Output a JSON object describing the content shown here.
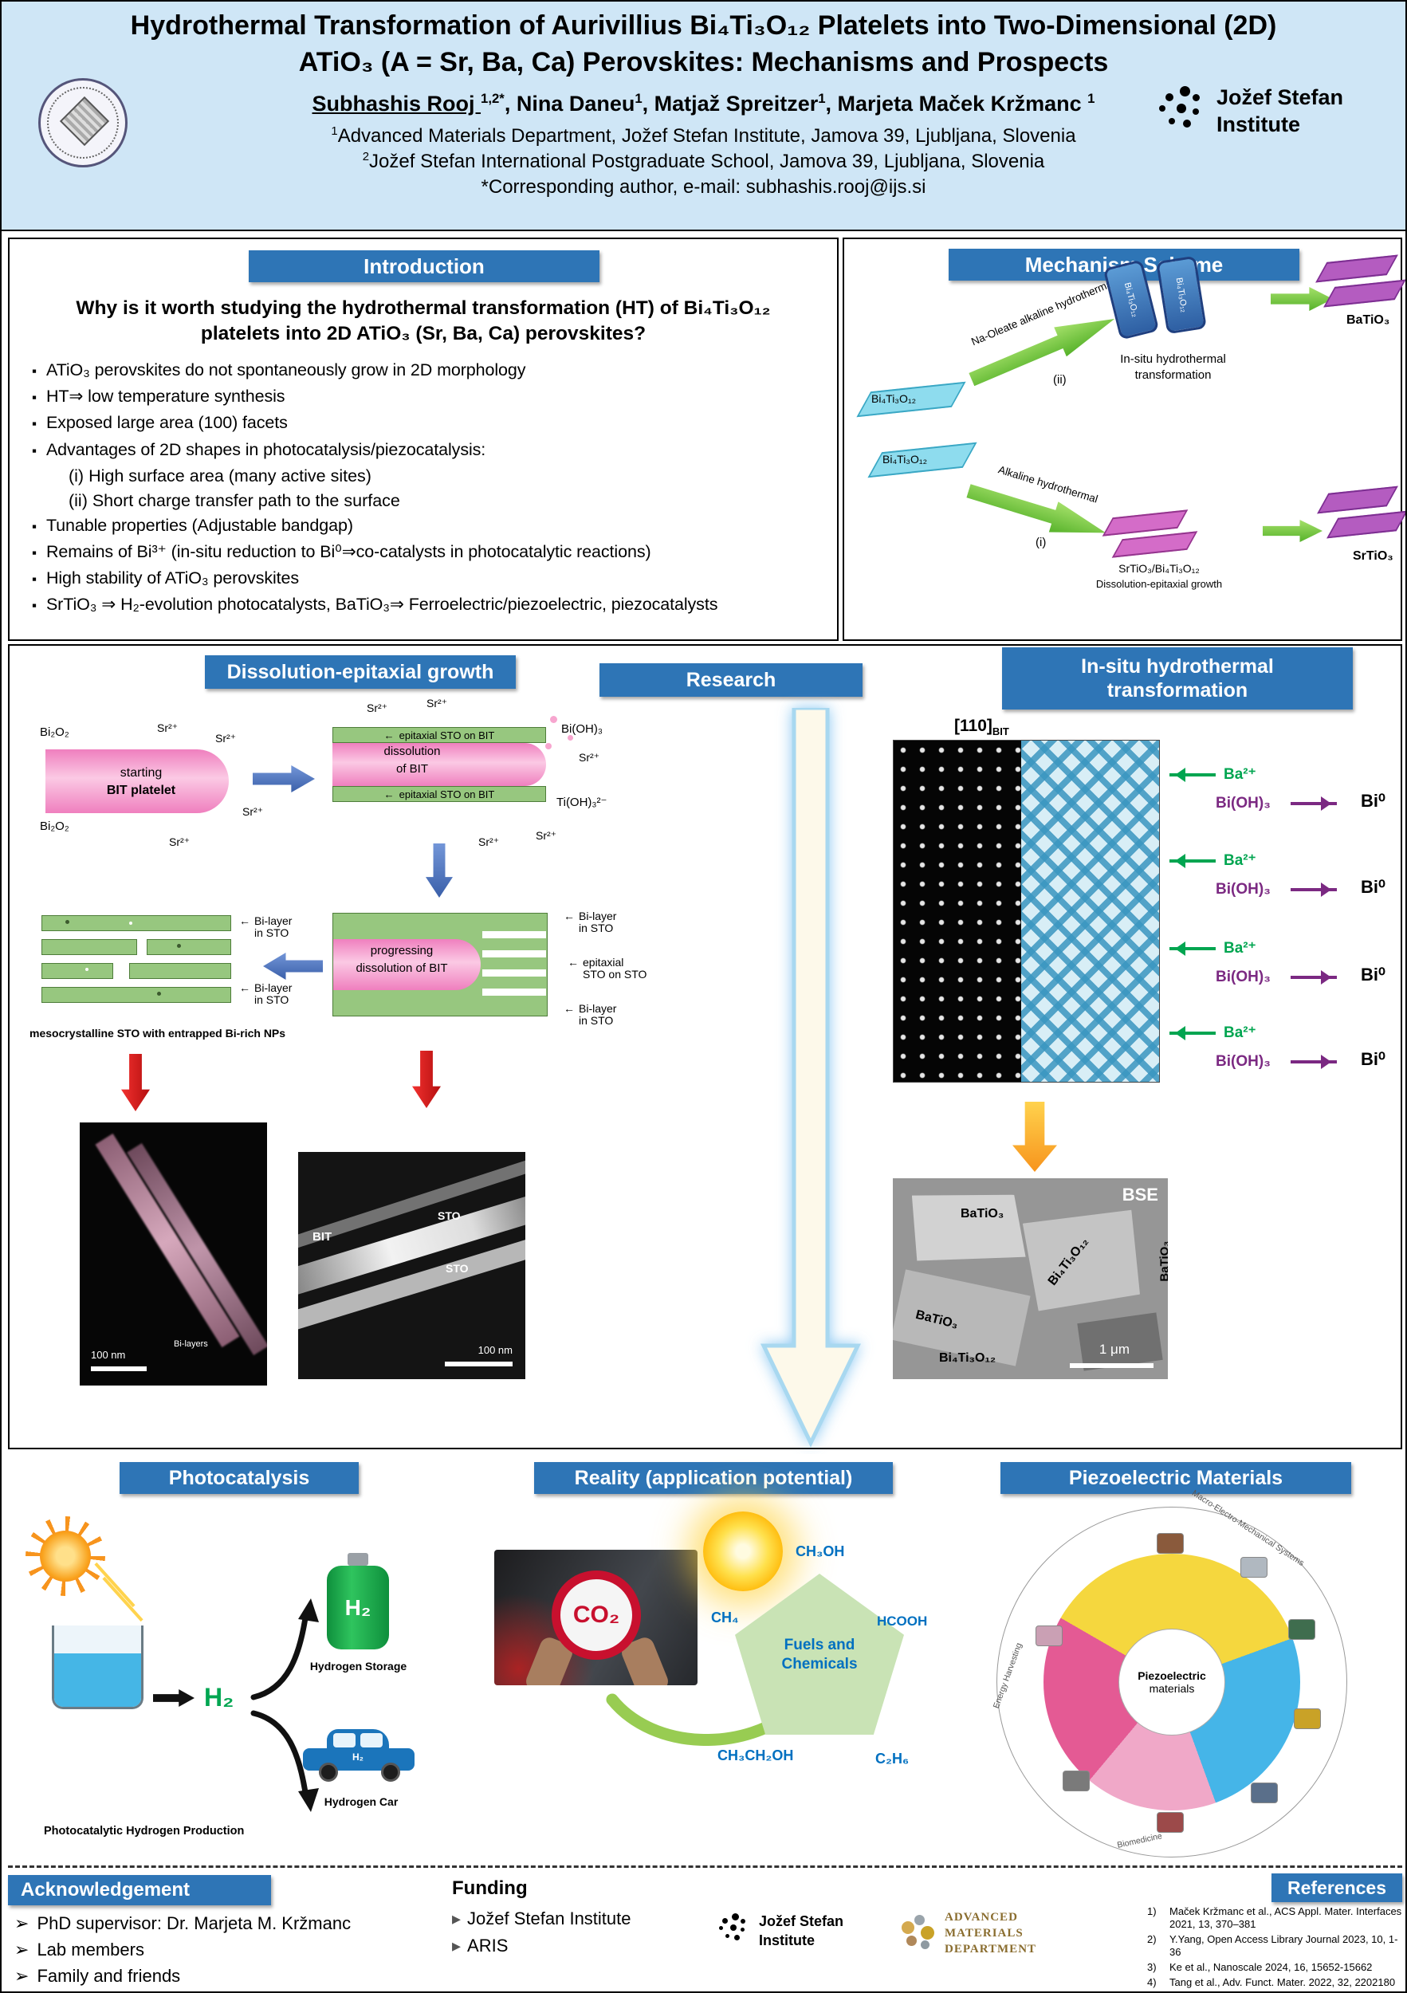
{
  "colors": {
    "header_bg": "#cfe6f6",
    "section_blue": "#2e75b6",
    "platelet_pink": "#ef7fbe",
    "sto_green": "#97c77f",
    "bit_cyan": "#8edcee",
    "product_purple": "#b45cc0",
    "h2_green": "#00a651",
    "chem_blue": "#0070c0",
    "ba_green": "#00a550",
    "bioh_purple": "#7b2982"
  },
  "icons": {
    "square_bullet": "▪",
    "arrow_bullet": "➢",
    "tri_bullet": "▸",
    "left_arrow": "←"
  },
  "header": {
    "title1": "Hydrothermal Transformation of Aurivillius Bi₄Ti₃O₁₂ Platelets into Two-Dimensional (2D)",
    "title2": "ATiO₃ (A = Sr, Ba, Ca) Perovskites: Mechanisms and Prospects",
    "authors": [
      {
        "name": "Subhashis Rooj ",
        "sup": "1,2*"
      },
      {
        "name": ", Nina Daneu",
        "sup": "1"
      },
      {
        "name": ", Matjaž Spreitzer",
        "sup": "1"
      },
      {
        "name": ", Marjeta Maček Kržmanc ",
        "sup": "1"
      }
    ],
    "affil1_sup": "1",
    "affil1_text": "Advanced Materials Department, Jožef Stefan Institute, Jamova 39, Ljubljana, Slovenia",
    "affil2_sup": "2",
    "affil2_text": "Jožef Stefan International Postgraduate School, Jamova 39, Ljubljana, Slovenia",
    "email": "*Corresponding author, e-mail: subhashis.rooj@ijs.si",
    "institute": {
      "line1": "Jožef Stefan",
      "line2": "Institute"
    }
  },
  "intro": {
    "title": "Introduction",
    "question1": "Why is it worth studying the hydrothermal transformation (HT) of Bi₄Ti₃O₁₂",
    "question2": "platelets into 2D ATiO₃ (Sr, Ba, Ca) perovskites?",
    "bullets": [
      "ATiO₃ perovskites do not spontaneously grow in 2D morphology",
      "HT⇒ low temperature synthesis",
      "Exposed large area (100) facets",
      "Advantages of 2D shapes in photocatalysis/piezocatalysis:",
      "Tunable properties (Adjustable bandgap)",
      "Remains of Bi³⁺ (in-situ reduction to Bi⁰⇒co-catalysts in photocatalytic reactions)",
      "High stability of ATiO₃ perovskites",
      "SrTiO₃ ⇒ H₂-evolution photocatalysts, BaTiO₃⇒ Ferroelectric/piezoelectric, piezocatalysts"
    ],
    "sub_items": [
      "(i) High surface area (many active sites)",
      "(ii) Short charge transfer path to the surface"
    ]
  },
  "mechanism": {
    "title": "Mechanism Scheme",
    "reactant": "Bi₄Ti₃O₁₂",
    "route_top": "Na-Oleate alkaline hydrothermal",
    "route_top_tag": "(ii)",
    "route_bottom": "Alkaline hydrothermal",
    "route_bottom_tag": "(i)",
    "insitu1": "In-situ hydrothermal",
    "insitu2": "transformation",
    "product_top": "BaTiO₃",
    "inter_bottom": "SrTiO₃/Bi₄Ti₃O₁₂",
    "inter_bottom2": "Dissolution-epitaxial growth",
    "product_bottom": "SrTiO₃"
  },
  "dissolution": {
    "title": "Dissolution-epitaxial growth",
    "bi2o2": "Bi₂O₂",
    "sr": "Sr²⁺",
    "start1": "starting",
    "start2": "BIT platelet",
    "epi_sto_bit": "epitaxial STO on BIT",
    "diss1": "dissolution",
    "diss2": "of BIT",
    "bioh3": "Bi(OH)₃",
    "tioh": "Ti(OH)₃²⁻",
    "bilayer1": "Bi-layer",
    "bilayer2": "in STO",
    "prog1": "progressing",
    "prog2": "dissolution of BIT",
    "episto1": "epitaxial",
    "episto2": "STO on STO",
    "meso_caption": "mesocrystalline STO with entrapped Bi-rich NPs",
    "tem1_scale": "100 nm",
    "tem1_label": "Bi-layers",
    "tem2_bit": "BIT",
    "tem2_sto": "STO",
    "tem2_scale": "100 nm"
  },
  "research": {
    "title": "Research"
  },
  "insitu": {
    "title1": "In-situ hydrothermal",
    "title2": "transformation",
    "zone_axis": "[110]",
    "zone_axis_sub": "BIT",
    "ba": "Ba²⁺",
    "bioh3": "Bi(OH)₃",
    "bi0": "Bi⁰",
    "bse": "BSE",
    "batio3": "BaTiO₃",
    "bit": "Bi₄Ti₃O₁₂",
    "scale": "1 μm"
  },
  "photocat": {
    "title": "Photocatalysis",
    "h2": "H₂",
    "storage": "Hydrogen Storage",
    "car": "Hydrogen Car",
    "caption": "Photocatalytic Hydrogen Production"
  },
  "reality": {
    "title": "Reality (application potential)",
    "co2": "CO₂",
    "ch3oh": "CH₃OH",
    "ch4": "CH₄",
    "fuels1": "Fuels and",
    "fuels2": "Chemicals",
    "hcooh": "HCOOH",
    "ch3ch2oh": "CH₃CH₂OH",
    "c2h6": "C₂H₆"
  },
  "piezo": {
    "title": "Piezoelectric Materials",
    "center1": "Piezoelectric",
    "center2": "materials",
    "rim1": "Macro-Electro-Mechanical Systems",
    "rim2": "Energy Harvesting",
    "rim3": "Biomedicine"
  },
  "footer": {
    "ack_title": "Acknowledgement",
    "ack_items": [
      "PhD supervisor: Dr. Marjeta M. Kržmanc",
      "Lab members",
      "Family and friends"
    ],
    "funding_title": "Funding",
    "funding_items": [
      "Jožef Stefan Institute",
      "ARIS"
    ],
    "jsi": {
      "line1": "Jožef Stefan",
      "line2": "Institute"
    },
    "amd": {
      "line1": "ADVANCED",
      "line2": "MATERIALS",
      "line3": "DEPARTMENT"
    },
    "refs_title": "References",
    "refs": [
      {
        "num": "1)",
        "text": "Maček Kržmanc et al., ACS Appl. Mater. Interfaces 2021, 13, 370–381"
      },
      {
        "num": "2)",
        "text": "Y.Yang, Open Access Library Journal 2023, 10, 1-36"
      },
      {
        "num": "3)",
        "text": "Ke et al., Nanoscale 2024, 16, 15652-15662"
      },
      {
        "num": "4)",
        "text": "Tang et al., Adv. Funct. Mater. 2022, 32, 2202180"
      }
    ]
  }
}
